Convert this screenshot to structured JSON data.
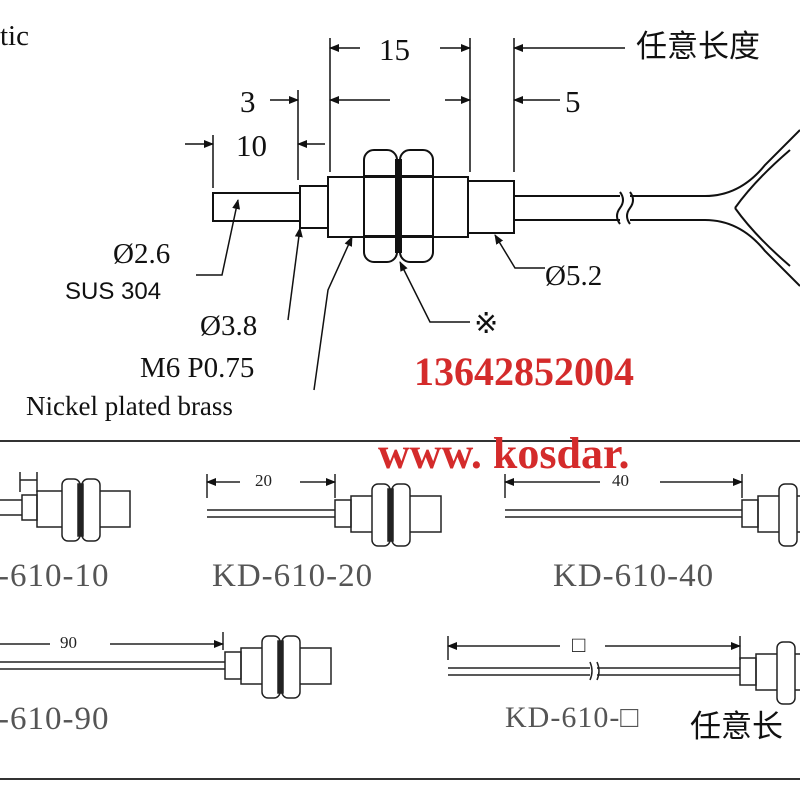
{
  "title_fragment": "tic",
  "top_drawing": {
    "dims": {
      "d15": "15",
      "d3": "3",
      "d10": "10",
      "d5": "5"
    },
    "any_length": "任意长度",
    "labels": {
      "tip_dia": "Ø2.6",
      "tip_material": "SUS 304",
      "body_dia": "Ø3.8",
      "thread": "M6 P0.75",
      "body_material": "Nickel plated brass",
      "cable_dia": "Ø5.2",
      "note_mark": "※"
    }
  },
  "watermark": {
    "phone": "13642852004",
    "website": "www. kosdar."
  },
  "variants": [
    {
      "model": "-610-10",
      "dim": ""
    },
    {
      "model": "KD-610-20",
      "dim": "20"
    },
    {
      "model": "KD-610-40",
      "dim": "40"
    },
    {
      "model": "-610-90",
      "dim": "90"
    },
    {
      "model": "KD-610-□",
      "dim": "□",
      "note": "任意长"
    }
  ]
}
